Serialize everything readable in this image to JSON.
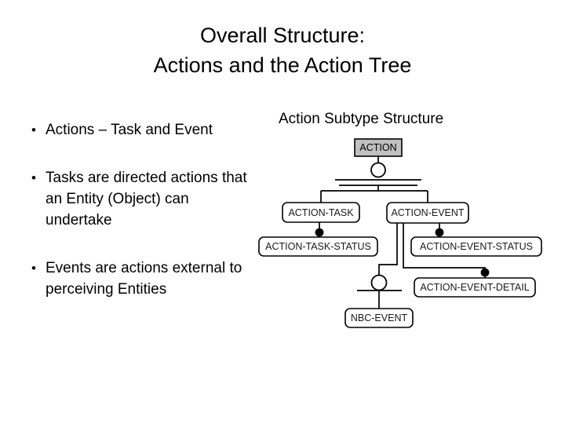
{
  "slide": {
    "title_lines": [
      "Overall Structure:",
      "Actions and the Action Tree"
    ],
    "bullets": [
      {
        "marker": "•",
        "text": "Actions – Task and Event"
      },
      {
        "marker": "•",
        "text": "Tasks are directed actions that an Entity (Object) can undertake"
      },
      {
        "marker": "•",
        "text": "Events are actions external to perceiving Entities"
      }
    ]
  },
  "diagram": {
    "heading": "Action Subtype Structure",
    "nodes": {
      "action": "ACTION",
      "action_task": "ACTION-TASK",
      "action_event": "ACTION-EVENT",
      "action_task_status": "ACTION-TASK-STATUS",
      "action_event_status": "ACTION-EVENT-STATUS",
      "action_event_detail": "ACTION-EVENT-DETAIL",
      "nbc_event": "NBC-EVENT"
    },
    "colors": {
      "root_fill": "#c0c0c0",
      "node_fill": "#ffffff",
      "line": "#000000",
      "text": "#000000"
    }
  }
}
